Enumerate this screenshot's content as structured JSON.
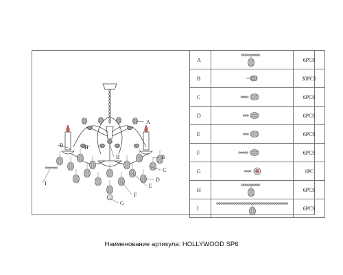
{
  "parts": [
    {
      "letter": "A",
      "qty": "6PCS",
      "icon": "drop-crystal-with-top-beads"
    },
    {
      "letter": "B",
      "qty": "30PCS",
      "icon": "small-oval-crystal"
    },
    {
      "letter": "C",
      "qty": "6PCS",
      "icon": "beaded-oval-crystal"
    },
    {
      "letter": "D",
      "qty": "6PCS",
      "icon": "beaded-oval-crystal"
    },
    {
      "letter": "E",
      "qty": "6PCS",
      "icon": "beaded-oval-crystal"
    },
    {
      "letter": "F",
      "qty": "6PCS",
      "icon": "beaded-oval-crystal"
    },
    {
      "letter": "G",
      "qty": "1PC",
      "icon": "bottom-ball-crystal"
    },
    {
      "letter": "H",
      "qty": "6PCS",
      "icon": "drop-crystal-with-top-beads"
    },
    {
      "letter": "I",
      "qty": "6PCS",
      "icon": "long-bead-string-crystal"
    }
  ],
  "callouts": [
    "A",
    "B",
    "B",
    "B",
    "C",
    "D",
    "E",
    "F",
    "G",
    "H",
    "I"
  ],
  "caption": "Наименование артикула: HOLLYWOOD SP6"
}
